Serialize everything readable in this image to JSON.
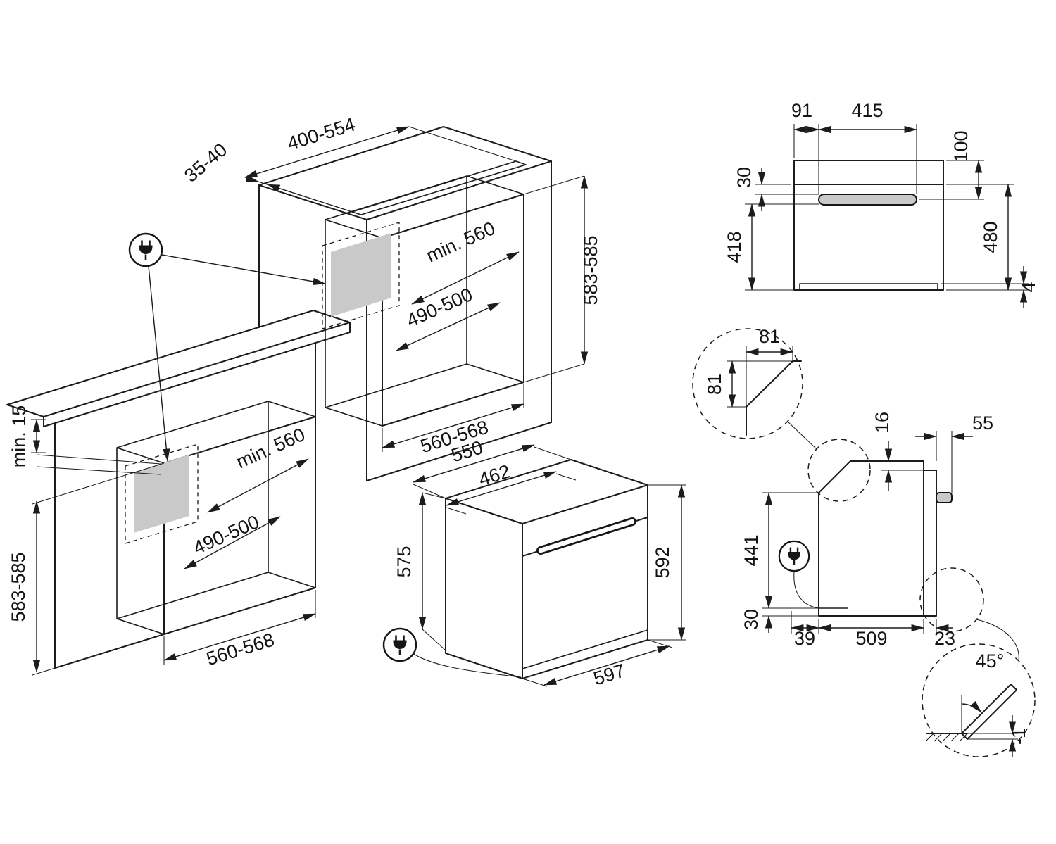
{
  "figure": {
    "kind": "built-in oven installation diagram",
    "background": "#ffffff",
    "line_color": "#1c1c1c",
    "zone_fill": "#c9c9c9"
  },
  "cabinets": {
    "top_cutout_length": "400-554",
    "top_cutout_depth": "35-40",
    "tall_niche_depth_min": "min. 560",
    "tall_niche_depth_lower": "490-500",
    "tall_niche_height": "583-585",
    "tall_niche_width": "560-568",
    "base_rear_clearance": "min. 15",
    "base_niche_height": "583-585",
    "base_niche_depth_min": "min. 560",
    "base_niche_depth_lower": "490-500",
    "base_niche_width": "560-568"
  },
  "oven": {
    "depth_top": "550",
    "depth_upper": "462",
    "height_rear": "575",
    "height_front": "592",
    "width": "597"
  },
  "front_view": {
    "handle_offset_left": "91",
    "handle_length": "415",
    "top_to_handle": "100",
    "panel_to_handle": "30",
    "handle_to_bottom": "418",
    "door_height": "480",
    "plinth_height": "4"
  },
  "side_view": {
    "chamfer_width": "81",
    "chamfer_height": "81",
    "door_top_inset": "16",
    "handle_depth": "55",
    "rear_panel_height": "441",
    "bottom_clearance": "30",
    "rear_clearance": "39",
    "body_depth": "509",
    "door_thickness": "23"
  },
  "door_detail": {
    "opening_angle": "45°",
    "bottom_offset": "-1"
  },
  "icons": {
    "power_plug": "power-plug-icon"
  }
}
